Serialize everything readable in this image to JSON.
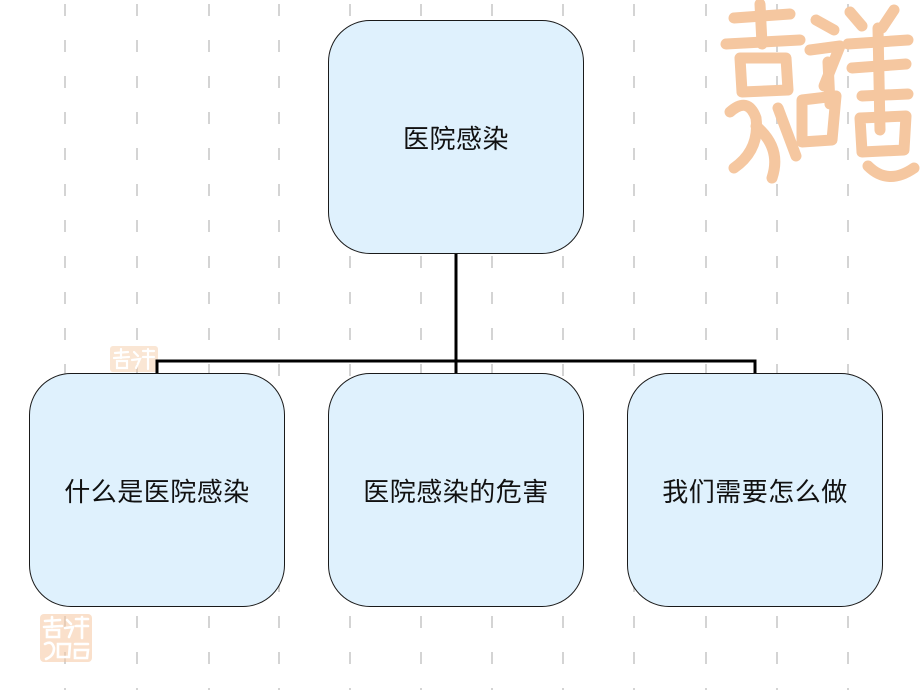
{
  "diagram": {
    "root": {
      "label": "医院感染"
    },
    "children": [
      {
        "label": "什么是医院感染"
      },
      {
        "label": "医院感染的危害"
      },
      {
        "label": "我们需要怎么做"
      }
    ]
  },
  "colors": {
    "node_fill": "#dff1fd",
    "node_border": "#1a1a1a",
    "connector": "#000000",
    "background_dash": "#d4d4d4",
    "stamp": "#f5c7a0"
  }
}
